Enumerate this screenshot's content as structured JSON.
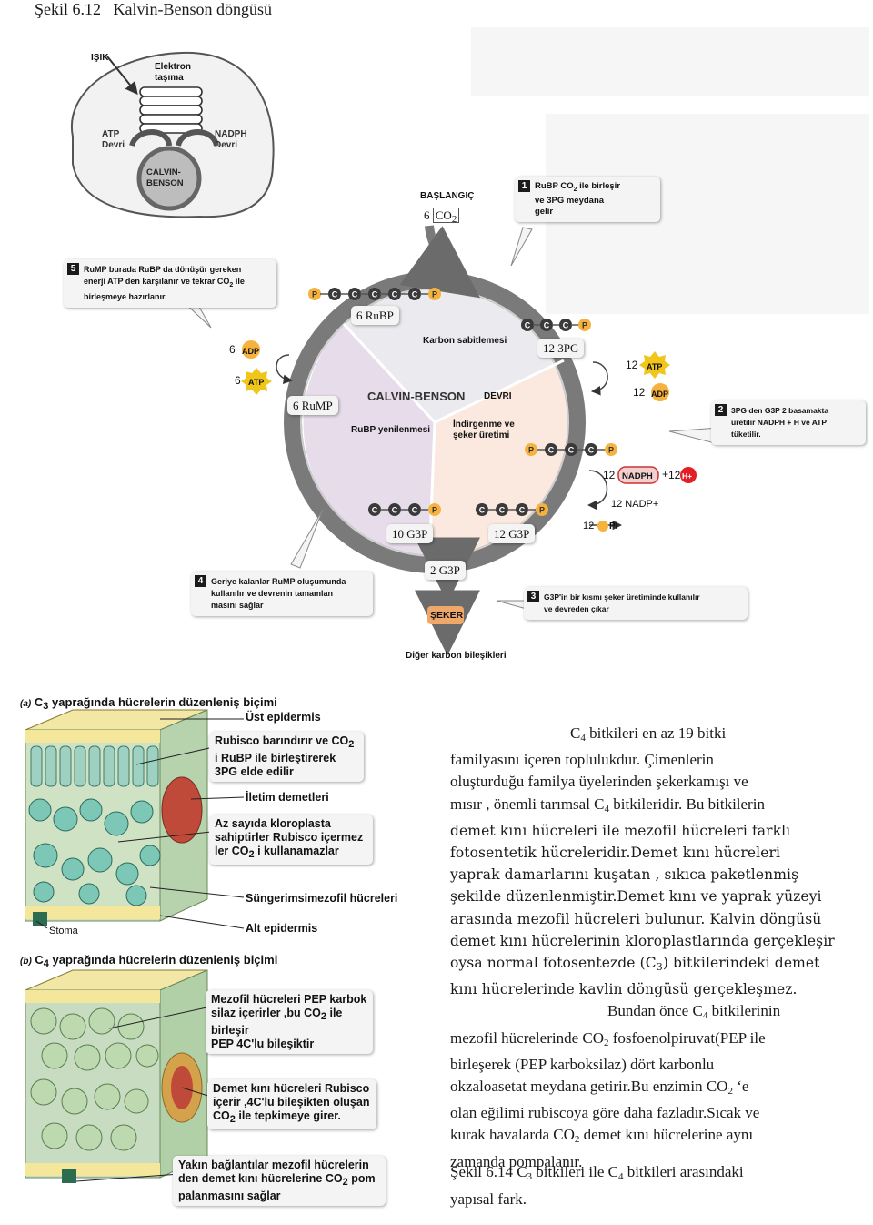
{
  "page": {
    "caption_top": "Şekil 6.12   Kalvin-Benson döngüsü"
  },
  "calvin": {
    "isik": "IŞIK",
    "elektron": "Elektron",
    "tasima": "taşıma",
    "atp_devri_1": "ATP",
    "atp_devri_2": "Devri",
    "nadph_devri_1": "NADPH",
    "nadph_devri_2": "Devri",
    "calvin_small_1": "CALVIN-",
    "calvin_small_2": "BENSON",
    "baslangic": "BAŞLANGIÇ",
    "co2_6": "6",
    "co2_label": "CO",
    "co2_sub": "2",
    "ru6": "6 RuBP",
    "ru6b": "6 RuMP",
    "pg12": "12 3PG",
    "g3p10": "10 G3P",
    "g3p12": "12 G3P",
    "g3p2": "2 G3P",
    "seker": "ŞEKER",
    "diger": "Diğer karbon bileşikleri",
    "karbon_sab": "Karbon sabitlemesi",
    "calvin_title": "CALVIN-BENSON",
    "devri": "DEVRI",
    "rubp_yen": "RuBP yenilenmesi",
    "indirgenme_1": "İndirgenme ve",
    "indirgenme_2": "şeker üretimi",
    "adp6_n": "6",
    "adp6": "ADP",
    "atp6_n": "6",
    "atp6": "ATP",
    "atp12_n": "12",
    "atp12": "ATP",
    "adp12_n": "12",
    "adp12": "ADP",
    "nadph12_n": "12",
    "nadph12": "NADPH",
    "plus": "+",
    "hplus_n": "12",
    "hplus": "H+",
    "nadp12": "12  NADP+",
    "pi12_n": "12",
    "pi12": "Pi",
    "step1_num": "1",
    "step1_l1": "RuBP CO",
    "step1_l1b": "2",
    "step1_l1c": " ile birleşir",
    "step1_l2": "ve 3PG meydana",
    "step1_l3": "gelir",
    "step2_num": "2",
    "step2_l1": "3PG  den G3P  2 basamakta",
    "step2_l2": "üretilir NADPH + H ve ATP",
    "step2_l3": "tüketilir.",
    "step3_num": "3",
    "step3_l1": "G3P'in bir kısmı  şeker üretiminde kullanılır",
    "step3_l2": "ve devreden çıkar",
    "step4_num": "4",
    "step4_l1": "Geriye kalanlar  RuMP oluşumunda",
    "step4_l2": "kullanılır ve devrenin tamamlan",
    "step4_l3": "masını sağlar",
    "step5_num": "5",
    "step5_l1": "RuMP  burada RuBP da dönüşür gereken",
    "step5_l2": "enerji ATP den karşılanır ve tekrar  CO",
    "step5_l2b": "2",
    "step5_l2c": "  ile",
    "step5_l3": "birleşmeye hazırlanır.",
    "P": "P",
    "C": "C"
  },
  "leaf": {
    "a_letter": "(a)",
    "a_title": "C",
    "a_title_sub": "3",
    "a_title_rest": " yaprağında hücrelerin düzenleniş biçimi",
    "ust_epidermis": "Üst epidermis",
    "rubisco_1": "Rubisco barındırır ve CO",
    "rubisco_1b": "2",
    "rubisco_2": "i  RuBP ile birleştirerek",
    "rubisco_3": "3PG elde edilir",
    "iletim": "İletim demetleri",
    "az_1": "Az sayıda kloroplasta",
    "az_2": "sahiptirler Rubisco içermez",
    "az_3": "ler CO",
    "az_3b": "2",
    "az_3c": " i kullanamazlar",
    "sungerimsi": "Süngerimsimezofil hücreleri",
    "stoma": "Stoma",
    "alt_epidermis": "Alt epidermis",
    "b_letter": "(b)",
    "b_title": "C",
    "b_title_sub": "4",
    "b_title_rest": " yaprağında hücrelerin düzenleniş biçimi",
    "mezofil_1": "Mezofil hücreleri PEP karbok",
    "mezofil_2": "silaz içerirler ,bu CO",
    "mezofil_2b": "2",
    "mezofil_2c": " ile birleşir",
    "mezofil_3": "PEP  4C'lu bileşiktir",
    "demet_1": "Demet kını hücreleri Rubisco",
    "demet_2": "içerir ,4C'lu bileşikten oluşan",
    "demet_3": "CO",
    "demet_3b": "2",
    "demet_3c": "  ile tepkimeye girer.",
    "yakin_1": "Yakın bağlantılar mezofil hücrelerin",
    "yakin_2": "den demet kını hücrelerine CO",
    "yakin_2b": "2",
    "yakin_2c": " pom",
    "yakin_3": "palanmasını sağlar"
  },
  "text": {
    "l1a": "C",
    "l1sub": "4",
    "l1b": " bitkileri en az 19 bitki",
    "l2": "familyasını içeren toplulukdur. Çimenlerin",
    "l3": "oluşturduğu  familya üyelerinden şekerkamışı ve",
    "l4a": "mısır , önemli  tarımsal  C",
    "l4sub": "4",
    "l4b": " bitkileridir. Bu bitkilerin",
    "l5": "demet kını hücreleri ile mezofil hücreleri farklı",
    "l6": "fotosentetik hücreleridir.Demet kını hücreleri",
    "l7": "yaprak damarlarını kuşatan , sıkıca paketlenmiş",
    "l8": "şekilde düzenlenmiştir.Demet kını ve yaprak yüzeyi",
    "l9": "arasında mezofil hücreleri bulunur. Kalvin döngüsü",
    "l10": "demet kını hücrelerinin kloroplastlarında gerçekleşir",
    "l11a": "oysa normal fotosentezde (C",
    "l11sub": "3",
    "l11b": ") bitkilerindeki demet",
    "l12": "kını hücrelerinde kavlin döngüsü gerçekleşmez.",
    "l13a": "Bundan önce C",
    "l13sub": "4",
    "l13b": " bitkilerinin",
    "l14a": "mezofil hücrelerinde CO",
    "l14sub": "2",
    "l14b": " fosfoenolpiruvat(PEP ile",
    "l15": "birleşerek (PEP karboksilaz) dört karbonlu",
    "l16": "okzaloasetat meydana getirir.Bu enzimin CO",
    "l16sub": "2",
    "l16b": " ‘e",
    "l17": "olan eğilimi rubiscoya göre daha fazladır.Sıcak ve",
    "l18a": "kurak havalarda  CO",
    "l18sub": "2",
    "l18b": " demet kını hücrelerine aynı",
    "l19": "zamanda pompalanır."
  },
  "caption2": {
    "a": "Şekil 6.14  C",
    "asub": "3",
    "b": " bitkileri ile C",
    "bsub": "4",
    "c": " bitkileri arasındaki",
    "d": "yapısal fark."
  }
}
